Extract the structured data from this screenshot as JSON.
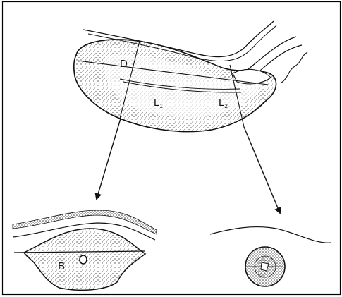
{
  "labels": {
    "d": "D",
    "l1_main": "L",
    "l1_sub": "1",
    "l2_main": "L",
    "l2_sub": "2",
    "b": "B"
  },
  "colors": {
    "ink": "#111111",
    "stipple": "#555555",
    "frame": "#000000"
  }
}
